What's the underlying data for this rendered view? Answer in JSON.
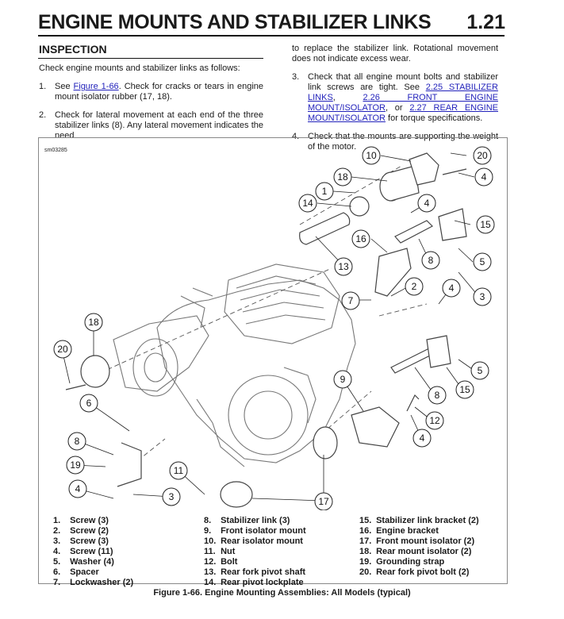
{
  "header": {
    "title": "ENGINE MOUNTS AND STABILIZER LINKS",
    "page_number": "1.21"
  },
  "section": {
    "heading": "INSPECTION",
    "intro": "Check engine mounts and stabilizer links as follows:"
  },
  "steps": [
    {
      "num": "1.",
      "pre": "See ",
      "link": "Figure 1-66",
      "post": ". Check for cracks or tears in engine mount isolator rubber (17, 18)."
    },
    {
      "num": "2.",
      "text": "Check for lateral movement at each end of the three stabilizer links (8). Any lateral movement indicates the need to replace the stabilizer link. Rotational movement does not indicate excess wear."
    },
    {
      "num": "3.",
      "pre": "Check that all engine mount bolts and stabilizer link screws are tight. See ",
      "link1": "2.25 STABILIZER LINKS",
      "mid1": ", ",
      "link2": "2.26 FRONT ENGINE MOUNT/ISOLATOR",
      "mid2": ", or ",
      "link3": "2.27 REAR ENGINE MOUNT/ISOLATOR",
      "post": " for torque specifications."
    },
    {
      "num": "4.",
      "text": "Check that the mounts are supporting the weight of the motor."
    }
  ],
  "step2_part1": "Check for lateral movement at each end of the three stabilizer links (8). Any lateral movement indicates the need",
  "step2_part2": "to replace the stabilizer link. Rotational movement does not indicate excess wear.",
  "figure": {
    "id": "sm03285",
    "caption": "Figure 1-66. Engine Mounting Assemblies: All Models (typical)",
    "callouts": [
      "10",
      "20",
      "18",
      "4",
      "1",
      "14",
      "4",
      "15",
      "16",
      "8",
      "5",
      "13",
      "2",
      "7",
      "3",
      "4",
      "18",
      "20",
      "5",
      "15",
      "8",
      "9",
      "12",
      "6",
      "4",
      "8",
      "19",
      "4",
      "3",
      "11",
      "17"
    ]
  },
  "legend": [
    {
      "n": "1.",
      "label": "Screw (3)"
    },
    {
      "n": "2.",
      "label": "Screw (2)"
    },
    {
      "n": "3.",
      "label": "Screw (3)"
    },
    {
      "n": "4.",
      "label": "Screw (11)"
    },
    {
      "n": "5.",
      "label": "Washer (4)"
    },
    {
      "n": "6.",
      "label": "Spacer"
    },
    {
      "n": "7.",
      "label": "Lockwasher (2)"
    },
    {
      "n": "8.",
      "label": "Stabilizer link (3)"
    },
    {
      "n": "9.",
      "label": "Front isolator mount"
    },
    {
      "n": "10.",
      "label": "Rear isolator mount"
    },
    {
      "n": "11.",
      "label": "Nut"
    },
    {
      "n": "12.",
      "label": "Bolt"
    },
    {
      "n": "13.",
      "label": "Rear fork pivot shaft"
    },
    {
      "n": "14.",
      "label": "Rear pivot lockplate"
    },
    {
      "n": "15.",
      "label": "Stabilizer link bracket (2)"
    },
    {
      "n": "16.",
      "label": "Engine bracket"
    },
    {
      "n": "17.",
      "label": "Front mount isolator (2)"
    },
    {
      "n": "18.",
      "label": "Rear mount isolator (2)"
    },
    {
      "n": "19.",
      "label": "Grounding strap"
    },
    {
      "n": "20.",
      "label": "Rear fork pivot bolt (2)"
    }
  ]
}
